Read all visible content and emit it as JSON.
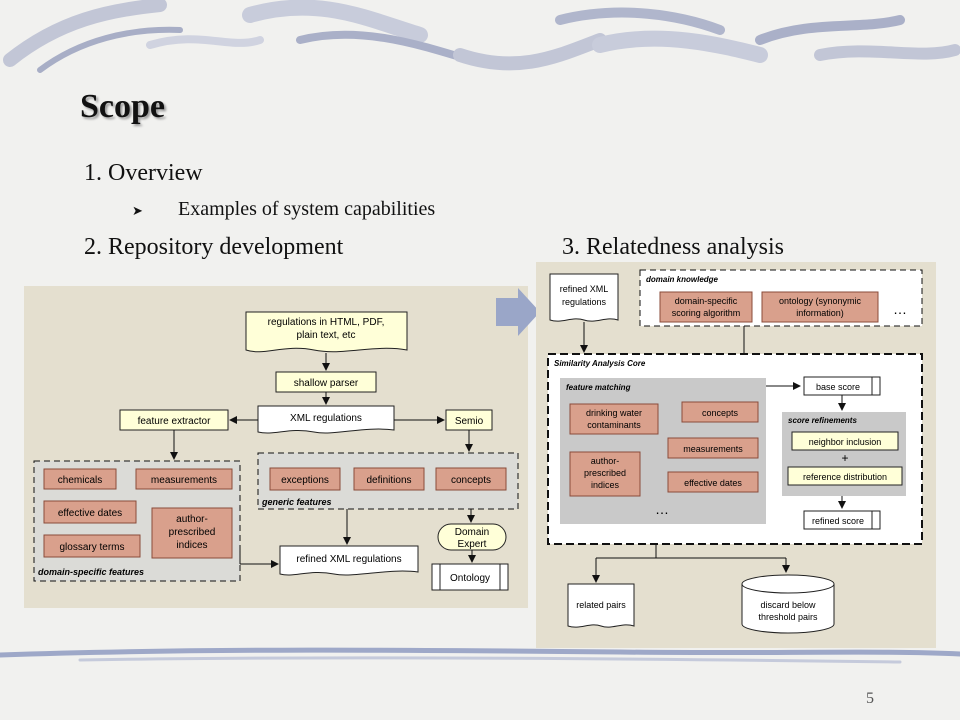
{
  "title": "Scope",
  "outline": {
    "item1": "1. Overview",
    "item1_sub": "Examples of system capabilities",
    "item2": "2. Repository development",
    "item3": "3. Relatedness analysis"
  },
  "page_number": "5",
  "left_diagram": {
    "input_doc": [
      "regulations in HTML, PDF,",
      "plain text, etc"
    ],
    "shallow_parser": "shallow parser",
    "feature_extractor": "feature extractor",
    "xml_regulations": "XML regulations",
    "semio": "Semio",
    "domain_features": [
      "chemicals",
      "measurements",
      "effective dates",
      "glossary terms"
    ],
    "author_indices": [
      "author-",
      "prescribed",
      "indices"
    ],
    "domain_features_label": "domain-specific features",
    "generic_features": [
      "exceptions",
      "definitions",
      "concepts"
    ],
    "generic_features_label": "generic features",
    "domain_expert": [
      "Domain",
      "Expert"
    ],
    "ontology": "Ontology",
    "refined_xml": "refined XML regulations"
  },
  "right_diagram": {
    "refined_xml": [
      "refined XML",
      "regulations"
    ],
    "domain_knowledge_label": "domain knowledge",
    "scoring_algorithm": [
      "domain-specific",
      "scoring algorithm"
    ],
    "ontology_synonymic": [
      "ontology (synonymic",
      "information)"
    ],
    "ellipsis": "…",
    "core_label": "Similarity Analysis Core",
    "feature_matching_label": "feature matching",
    "drinking_water": [
      "drinking water",
      "contaminants"
    ],
    "concepts": "concepts",
    "measurements": "measurements",
    "author_indices": [
      "author-",
      "prescribed",
      "indices"
    ],
    "effective_dates": "effective dates",
    "base_score": "base score",
    "score_refinements_label": "score refinements",
    "neighbor_inclusion": "neighbor inclusion",
    "plus": "+",
    "reference_distribution": "reference distribution",
    "refined_score": "refined score",
    "related_pairs": "related pairs",
    "discard": [
      "discard below",
      "threshold pairs"
    ]
  },
  "colors": {
    "panel_bg": "#e4dfcf",
    "feature_box": "#d9a08c",
    "feature_stroke": "#8a4b3a",
    "yellow_box": "#ffffd8",
    "gray_area": "#c9c9c9",
    "arrow_accent": "#9aa6c8"
  }
}
